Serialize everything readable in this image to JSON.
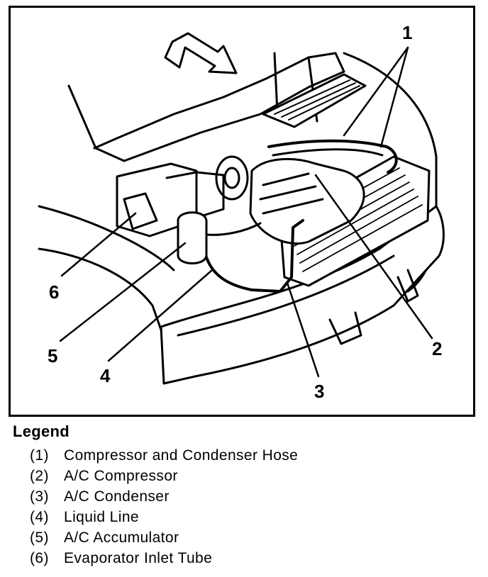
{
  "callouts": {
    "c1": "1",
    "c2": "2",
    "c3": "3",
    "c4": "4",
    "c5": "5",
    "c6": "6"
  },
  "legend": {
    "title": "Legend",
    "items": [
      {
        "num": "(1)",
        "text": "Compressor and Condenser Hose"
      },
      {
        "num": "(2)",
        "text": "A/C Compressor"
      },
      {
        "num": "(3)",
        "text": "A/C Condenser"
      },
      {
        "num": "(4)",
        "text": "Liquid Line"
      },
      {
        "num": "(5)",
        "text": "A/C Accumulator"
      },
      {
        "num": "(6)",
        "text": "Evaporator Inlet Tube"
      }
    ]
  }
}
